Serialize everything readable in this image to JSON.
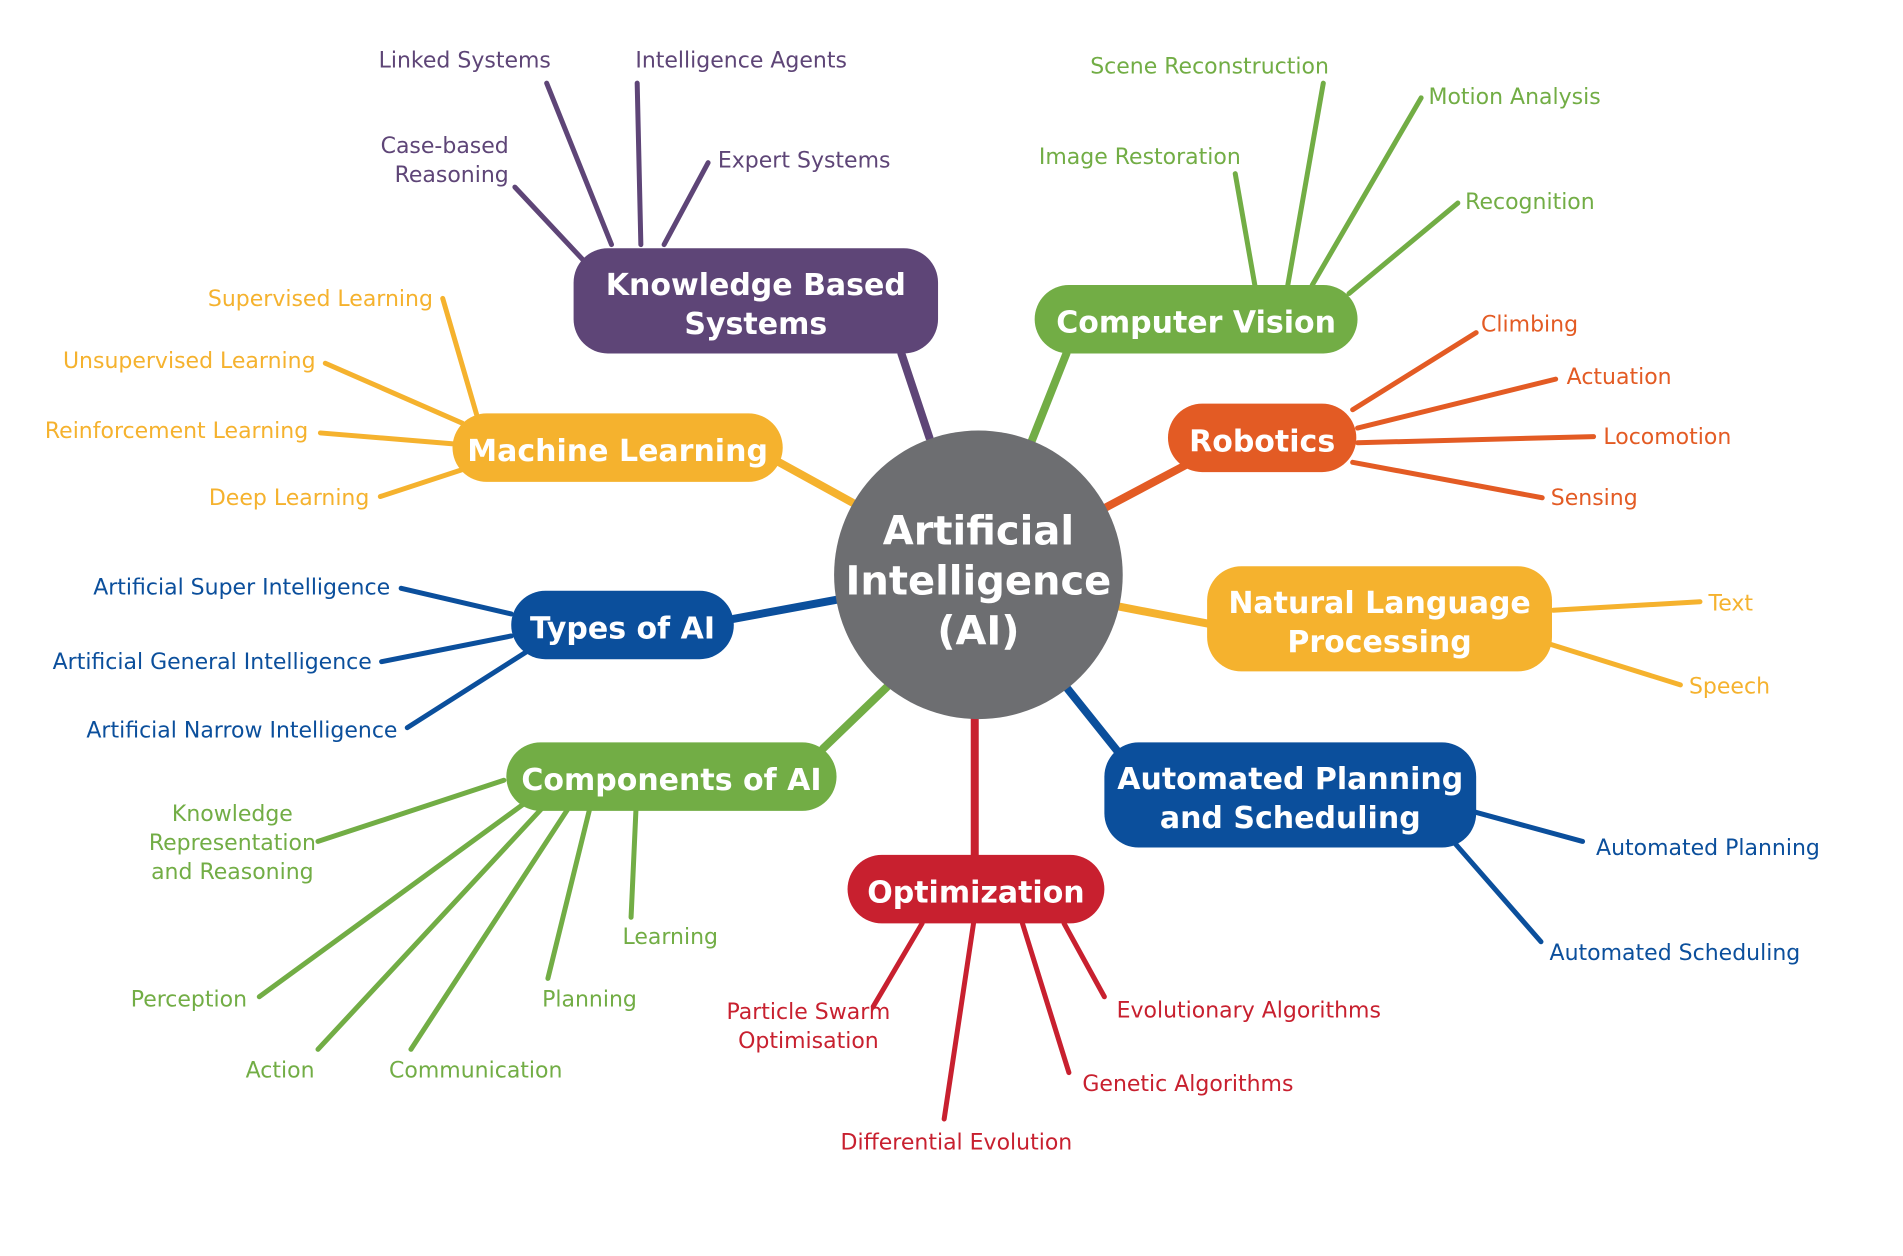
{
  "center": {
    "lines": [
      "Artificial",
      "Intelligence",
      "(AI)"
    ],
    "color": "#6d6e71"
  },
  "branches": [
    {
      "id": "knowledge-based-systems",
      "lines": [
        "Knowledge Based",
        "Systems"
      ],
      "color": "#5e4577",
      "leaves": [
        {
          "lines": [
            "Linked Systems"
          ]
        },
        {
          "lines": [
            "Intelligence Agents"
          ]
        },
        {
          "lines": [
            "Case-based",
            "Reasoning"
          ]
        },
        {
          "lines": [
            "Expert Systems"
          ]
        }
      ]
    },
    {
      "id": "computer-vision",
      "lines": [
        "Computer Vision"
      ],
      "color": "#72ad45",
      "leaves": [
        {
          "lines": [
            "Scene Reconstruction"
          ]
        },
        {
          "lines": [
            "Motion Analysis"
          ]
        },
        {
          "lines": [
            "Image Restoration"
          ]
        },
        {
          "lines": [
            "Recognition"
          ]
        }
      ]
    },
    {
      "id": "robotics",
      "lines": [
        "Robotics"
      ],
      "color": "#e35b24",
      "leaves": [
        {
          "lines": [
            "Climbing"
          ]
        },
        {
          "lines": [
            "Actuation"
          ]
        },
        {
          "lines": [
            "Locomotion"
          ]
        },
        {
          "lines": [
            "Sensing"
          ]
        }
      ]
    },
    {
      "id": "machine-learning",
      "lines": [
        "Machine Learning"
      ],
      "color": "#f5b22e",
      "leaves": [
        {
          "lines": [
            "Supervised Learning"
          ]
        },
        {
          "lines": [
            "Unsupervised Learning"
          ]
        },
        {
          "lines": [
            "Reinforcement Learning"
          ]
        },
        {
          "lines": [
            "Deep Learning"
          ]
        }
      ]
    },
    {
      "id": "natural-language-processing",
      "lines": [
        "Natural Language",
        "Processing"
      ],
      "color": "#f5b22e",
      "leaves": [
        {
          "lines": [
            "Text"
          ]
        },
        {
          "lines": [
            "Speech"
          ]
        }
      ]
    },
    {
      "id": "types-of-ai",
      "lines": [
        "Types of AI"
      ],
      "color": "#0b4f9c",
      "leaves": [
        {
          "lines": [
            "Artificial Super Intelligence"
          ]
        },
        {
          "lines": [
            "Artificial General Intelligence"
          ]
        },
        {
          "lines": [
            "Artificial Narrow Intelligence"
          ]
        }
      ]
    },
    {
      "id": "components-of-ai",
      "lines": [
        "Components of AI"
      ],
      "color": "#72ad45",
      "leaves": [
        {
          "lines": [
            "Knowledge",
            "Representation",
            "and Reasoning"
          ]
        },
        {
          "lines": [
            "Learning"
          ]
        },
        {
          "lines": [
            "Perception"
          ]
        },
        {
          "lines": [
            "Planning"
          ]
        },
        {
          "lines": [
            "Action"
          ]
        },
        {
          "lines": [
            "Communication"
          ]
        }
      ]
    },
    {
      "id": "automated-planning-and-scheduling",
      "lines": [
        "Automated Planning",
        "and Scheduling"
      ],
      "color": "#0b4f9c",
      "leaves": [
        {
          "lines": [
            "Automated Planning"
          ]
        },
        {
          "lines": [
            "Automated Scheduling"
          ]
        }
      ]
    },
    {
      "id": "optimization",
      "lines": [
        "Optimization"
      ],
      "color": "#c8202f",
      "leaves": [
        {
          "lines": [
            "Particle Swarm",
            "Optimisation"
          ]
        },
        {
          "lines": [
            "Evolutionary Algorithms"
          ]
        },
        {
          "lines": [
            "Genetic Algorithms"
          ]
        },
        {
          "lines": [
            "Differential Evolution"
          ]
        }
      ]
    }
  ]
}
